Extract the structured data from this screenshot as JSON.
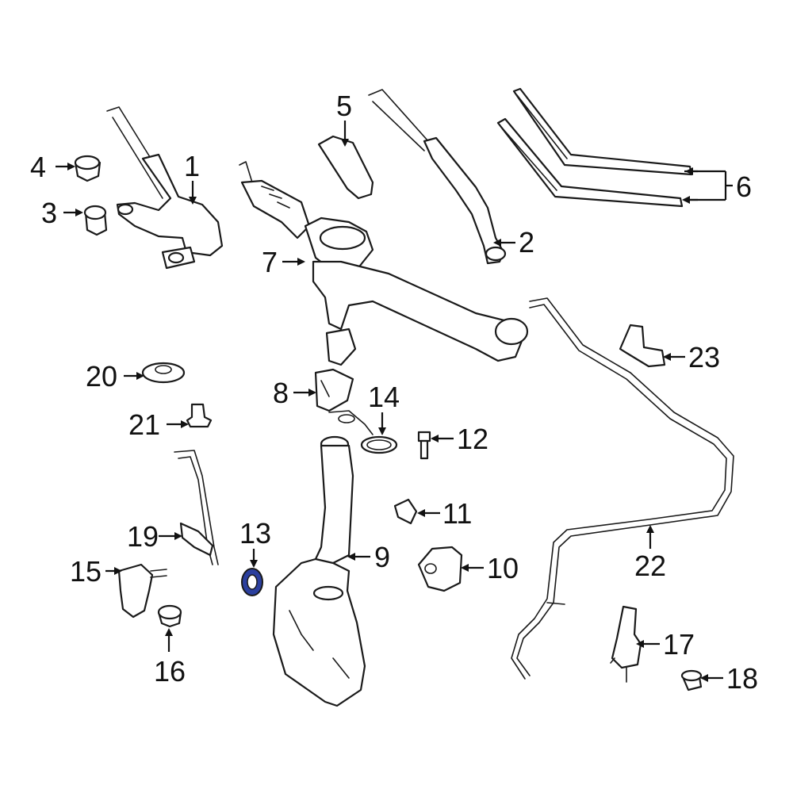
{
  "diagram": {
    "callouts": {
      "c1": "1",
      "c2": "2",
      "c3": "3",
      "c4": "4",
      "c5": "5",
      "c6": "6",
      "c7": "7",
      "c8": "8",
      "c9": "9",
      "c10": "10",
      "c11": "11",
      "c12": "12",
      "c13": "13",
      "c14": "14",
      "c15": "15",
      "c16": "16",
      "c17": "17",
      "c18": "18",
      "c19": "19",
      "c20": "20",
      "c21": "21",
      "c22": "22",
      "c23": "23"
    },
    "colors": {
      "line": "#1a1a1a",
      "highlight": "#2b3f9e",
      "background": "#ffffff"
    },
    "highlighted_part": "13"
  }
}
